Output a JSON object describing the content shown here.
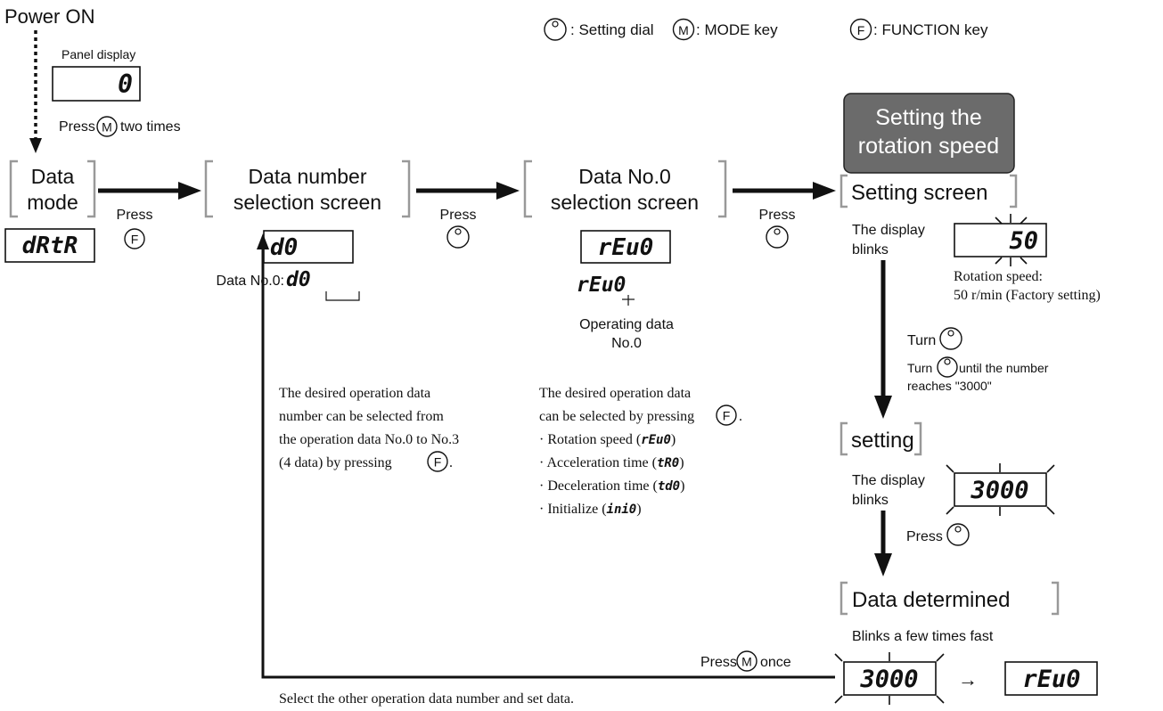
{
  "legend": {
    "dial": ": Setting dial",
    "mode_sym": "M",
    "mode": ": MODE key",
    "func_sym": "F",
    "func": ": FUNCTION key"
  },
  "power_on": "Power ON",
  "panel_display_label": "Panel display",
  "panel_display_value": "0",
  "press_m_prefix": "Press",
  "press_m_suffix": "two times",
  "data_mode": {
    "line1": "Data",
    "line2": "mode",
    "display": "dRtR"
  },
  "press1": "Press",
  "number_screen": {
    "line1": "Data number",
    "line2": "selection screen",
    "display": "d0",
    "note_prefix": "Data No.0:",
    "note_code": "d0"
  },
  "press2": "Press",
  "no0_screen": {
    "line1": "Data No.0",
    "line2": "selection screen",
    "display": "rEu0",
    "code": "rEu0",
    "note_line1": "Operating data",
    "note_line2": "No.0"
  },
  "press3": "Press",
  "header_box": {
    "line1": "Setting the",
    "line2": "rotation speed",
    "color": "#6b6b6b"
  },
  "setting_screen": {
    "title": "Setting screen",
    "blink_line1": "The display",
    "blink_line2": "blinks",
    "display": "50",
    "note_line1": "Rotation speed:",
    "note_line2": "50 r/min (Factory setting)",
    "turn": "Turn",
    "turn_long_prefix": "Turn",
    "turn_long_suffix": "until the number",
    "turn_long_line2": "reaches \"3000\""
  },
  "setting": {
    "title": "setting",
    "blink_line1": "The display",
    "blink_line2": "blinks",
    "display": "3000",
    "press": "Press"
  },
  "determined": {
    "title": "Data determined",
    "note": "Blinks a few times fast",
    "display_left": "3000",
    "arrow": "→",
    "display_right": "rEu0"
  },
  "press_once_prefix": "Press",
  "press_once_suffix": "once",
  "left_note": [
    "The desired operation data",
    "number can be selected from",
    "the operation data No.0 to No.3",
    "(4 data) by pressing"
  ],
  "mid_note": {
    "line1": "The desired operation data",
    "line2": "can be selected by pressing",
    "items": [
      {
        "prefix": "· Rotation speed (",
        "code": "rEu0",
        "suffix": ")"
      },
      {
        "prefix": "· Acceleration time (",
        "code": "tR0",
        "suffix": ")"
      },
      {
        "prefix": "· Deceleration time (",
        "code": "td0",
        "suffix": ")"
      },
      {
        "prefix": "· Initialize (",
        "code": "ini0",
        "suffix": ")"
      }
    ]
  },
  "bottom_note": "Select the other operation data number and set data."
}
